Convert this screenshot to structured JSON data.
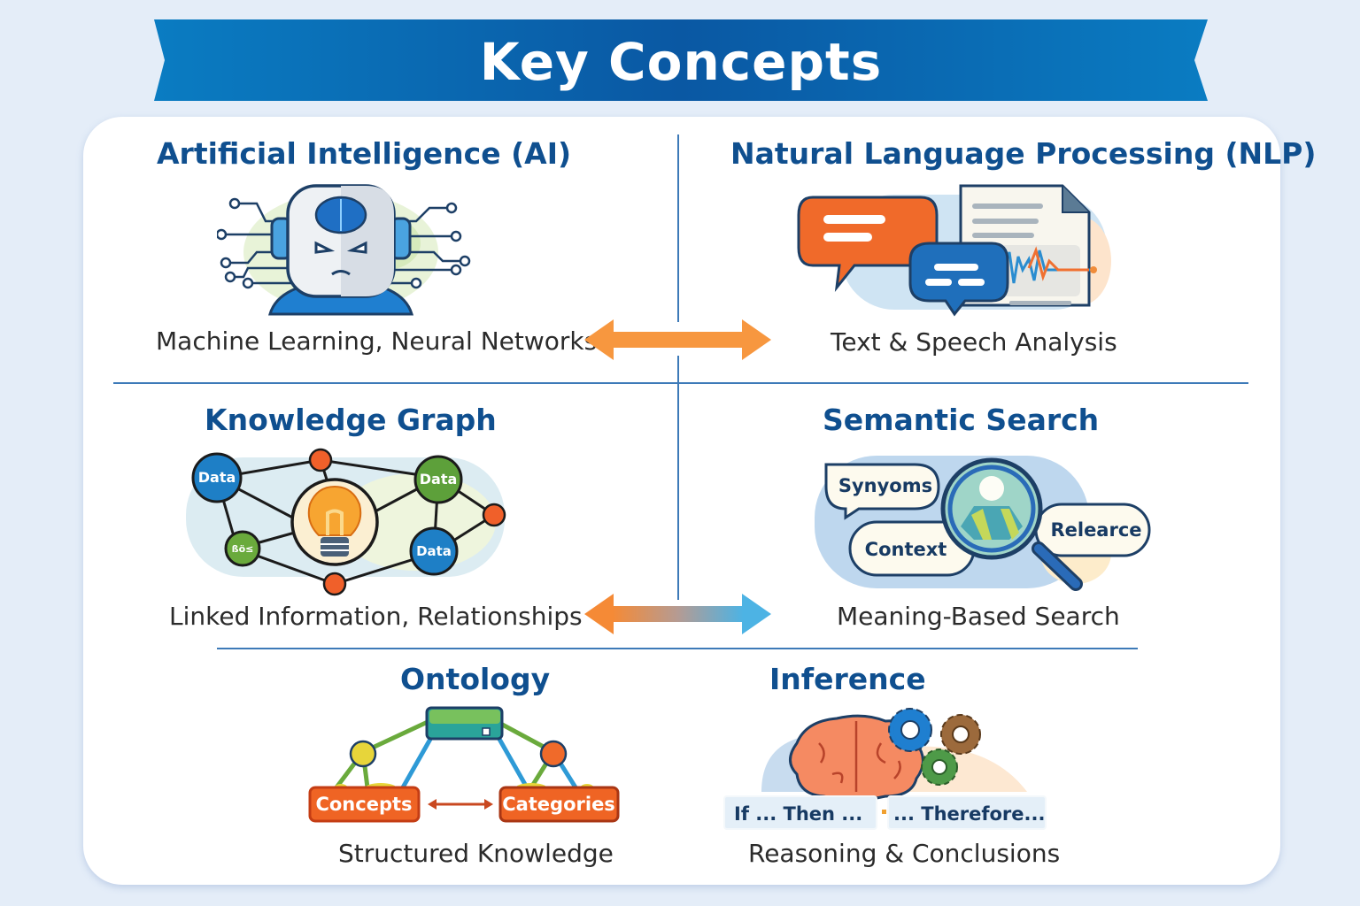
{
  "banner": {
    "title": "Key Concepts"
  },
  "colors": {
    "banner": "#0a64ad",
    "title_text": "#0f4f8f",
    "accent_orange": "#f7923a",
    "accent_blue": "#4db3e4",
    "divider": "#3d7ab8"
  },
  "concepts": {
    "ai": {
      "title": "Artificial Intelligence (AI)",
      "caption": "Machine Learning, Neural Networks",
      "icon": "robot-brain-icon"
    },
    "nlp": {
      "title": "Natural Language Processing (NLP)",
      "caption": "Text & Speech Analysis",
      "icon": "speech-bubbles-document-icon"
    },
    "kg": {
      "title": "Knowledge Graph",
      "caption": "Linked Information, Relationships",
      "icon": "network-lightbulb-icon",
      "nodes": [
        "Data",
        "Data",
        "Data",
        "ßö≤"
      ]
    },
    "semantic": {
      "title": "Semantic Search",
      "caption": "Meaning-Based Search",
      "icon": "magnifier-icon",
      "bubbles": [
        "Synyoms",
        "Context",
        "Relearce"
      ]
    },
    "ontology": {
      "title": "Ontology",
      "caption": "Structured Knowledge",
      "icon": "hierarchy-icon",
      "boxes": [
        "Concepts",
        "Categories"
      ]
    },
    "inference": {
      "title": "Inference",
      "caption": "Reasoning & Conclusions",
      "icon": "brain-gears-icon",
      "steps": [
        "If ...  Then ...",
        "... Therefore..."
      ]
    }
  },
  "arrows": [
    {
      "name": "ai-nlp-arrow",
      "style": "orange"
    },
    {
      "name": "kg-semantic-arrow",
      "style": "orange-to-blue"
    }
  ]
}
